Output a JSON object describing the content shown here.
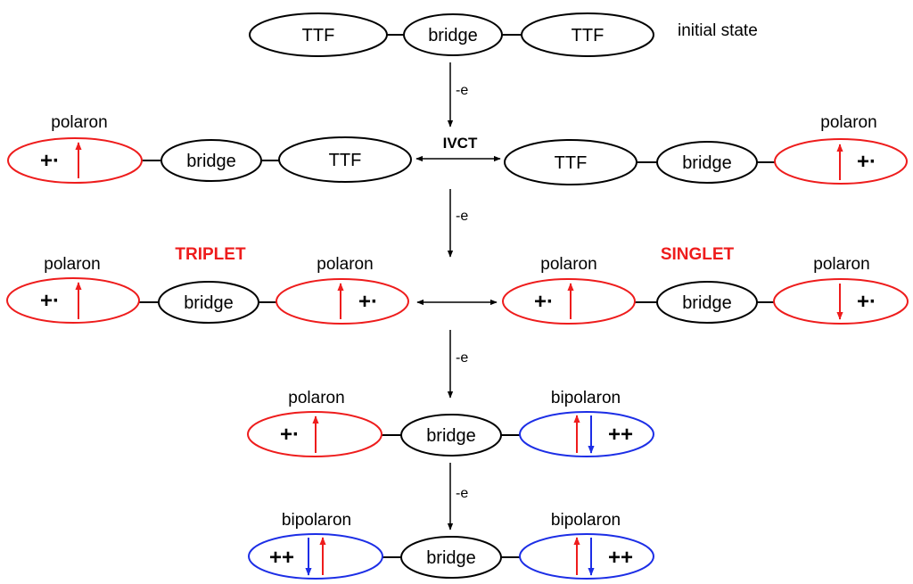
{
  "labels": {
    "ttf": "TTF",
    "bridge": "bridge",
    "initial_state": "initial state",
    "polaron": "polaron",
    "bipolaron": "bipolaron",
    "ivct": "IVCT",
    "triplet": "TRIPLET",
    "singlet": "SINGLET",
    "step": "-e"
  },
  "charges": {
    "polaron": "+·",
    "bipolaron": "++"
  },
  "colors": {
    "neutral_outline": "#000000",
    "polaron_outline": "#ee1c1c",
    "bipolaron_outline": "#1c2ee6",
    "spin_up": "#ee1c1c",
    "spin_down": "#1c2ee6",
    "title_red": "#ee1c1c"
  }
}
